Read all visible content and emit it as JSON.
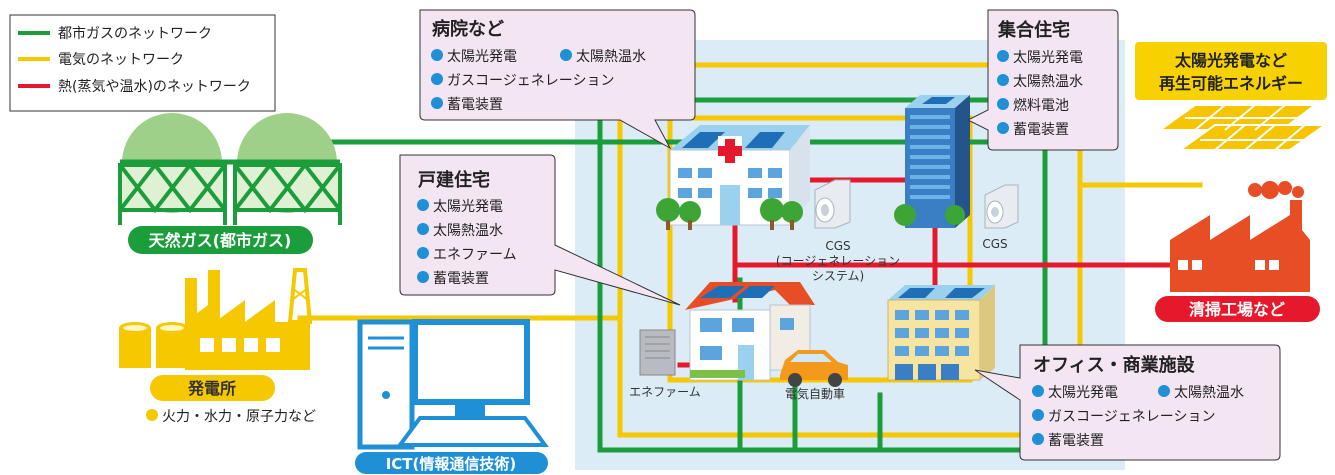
{
  "legend": {
    "gas": "都市ガスのネットワーク",
    "electric": "電気のネットワーク",
    "heat": "熱(蒸気や温水)のネットワーク"
  },
  "colors": {
    "gas": "#1a9d3a",
    "electric": "#f5c800",
    "heat": "#e5192b",
    "community_bg": "#dcecf6",
    "callout_bg": "#f3e6f2",
    "bullet": "#1f8fd6",
    "ict": "#1f8fd6",
    "factory": "#e84e25"
  },
  "gas_label": "天然ガス(都市ガス)",
  "power_plant": {
    "label": "発電所",
    "sub": "火力・水力・原子力など"
  },
  "ict_label": "ICT(情報通信技術)",
  "renewable_label": [
    "太陽光発電など",
    "再生可能エネルギー"
  ],
  "cleaning_factory_label": "清掃工場など",
  "hospital": {
    "title": "病院など",
    "items": [
      "太陽光発電",
      "太陽熱温水",
      "ガスコージェネレーション",
      "蓄電装置"
    ]
  },
  "apartment": {
    "title": "集合住宅",
    "items": [
      "太陽光発電",
      "太陽熱温水",
      "燃料電池",
      "蓄電装置"
    ]
  },
  "house": {
    "title": "戸建住宅",
    "items": [
      "太陽光発電",
      "太陽熱温水",
      "エネファーム",
      "蓄電装置"
    ]
  },
  "office": {
    "title": "オフィス・商業施設",
    "items": [
      "太陽光発電",
      "太陽熱温水",
      "ガスコージェネレーション",
      "蓄電装置"
    ]
  },
  "cgs_label_1": [
    "CGS",
    "(コージェネレーション",
    "システム)"
  ],
  "cgs_label_2": "CGS",
  "enefarm_label": "エネファーム",
  "ev_label": "電気自動車"
}
